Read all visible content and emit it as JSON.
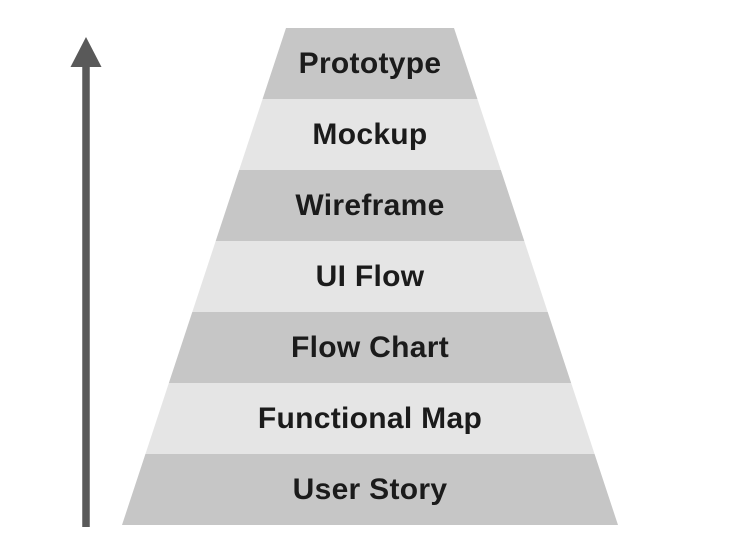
{
  "diagram": {
    "arrow": {
      "direction": "up",
      "color": "#595959"
    },
    "pyramid": {
      "colors": {
        "dark": "#c6c6c6",
        "light": "#e5e5e5",
        "text": "#1b1b1b"
      },
      "levels": [
        {
          "label": "Prototype",
          "tone": "dark"
        },
        {
          "label": "Mockup",
          "tone": "light"
        },
        {
          "label": "Wireframe",
          "tone": "dark"
        },
        {
          "label": "UI Flow",
          "tone": "light"
        },
        {
          "label": "Flow Chart",
          "tone": "dark"
        },
        {
          "label": "Functional Map",
          "tone": "light"
        },
        {
          "label": "User Story",
          "tone": "dark"
        }
      ]
    }
  }
}
